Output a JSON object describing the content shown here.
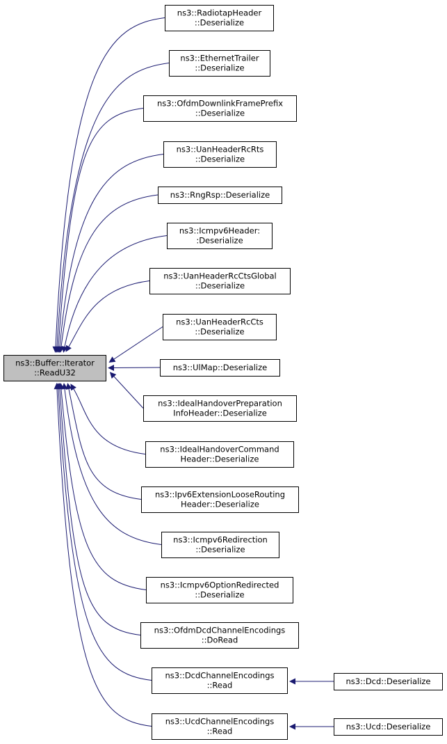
{
  "root": {
    "lines": [
      "ns3::Buffer::Iterator",
      "::ReadU32"
    ],
    "fill": "#bfbfbf"
  },
  "callers": [
    {
      "lines": [
        "ns3::RadiotapHeader",
        "::Deserialize"
      ]
    },
    {
      "lines": [
        "ns3::EthernetTrailer",
        "::Deserialize"
      ]
    },
    {
      "lines": [
        "ns3::OfdmDownlinkFramePrefix",
        "::Deserialize"
      ]
    },
    {
      "lines": [
        "ns3::UanHeaderRcRts",
        "::Deserialize"
      ]
    },
    {
      "lines": [
        "ns3::RngRsp::Deserialize"
      ]
    },
    {
      "lines": [
        "ns3::Icmpv6Header:",
        ":Deserialize"
      ]
    },
    {
      "lines": [
        "ns3::UanHeaderRcCtsGlobal",
        "::Deserialize"
      ]
    },
    {
      "lines": [
        "ns3::UanHeaderRcCts",
        "::Deserialize"
      ]
    },
    {
      "lines": [
        "ns3::UlMap::Deserialize"
      ]
    },
    {
      "lines": [
        "ns3::IdealHandoverPreparation",
        "InfoHeader::Deserialize"
      ]
    },
    {
      "lines": [
        "ns3::IdealHandoverCommand",
        "Header::Deserialize"
      ]
    },
    {
      "lines": [
        "ns3::Ipv6ExtensionLooseRouting",
        "Header::Deserialize"
      ]
    },
    {
      "lines": [
        "ns3::Icmpv6Redirection",
        "::Deserialize"
      ]
    },
    {
      "lines": [
        "ns3::Icmpv6OptionRedirected",
        "::Deserialize"
      ]
    },
    {
      "lines": [
        "ns3::OfdmDcdChannelEncodings",
        "::DoRead"
      ]
    },
    {
      "lines": [
        "ns3::DcdChannelEncodings",
        "::Read"
      ]
    },
    {
      "lines": [
        "ns3::UcdChannelEncodings",
        "::Read"
      ]
    }
  ],
  "second_level": [
    {
      "lines": [
        "ns3::Dcd::Deserialize"
      ],
      "calls": 15
    },
    {
      "lines": [
        "ns3::Ucd::Deserialize"
      ],
      "calls": 16
    }
  ],
  "colors": {
    "edge": "#191970",
    "node_border": "#000000",
    "node_fill": "#ffffff"
  }
}
